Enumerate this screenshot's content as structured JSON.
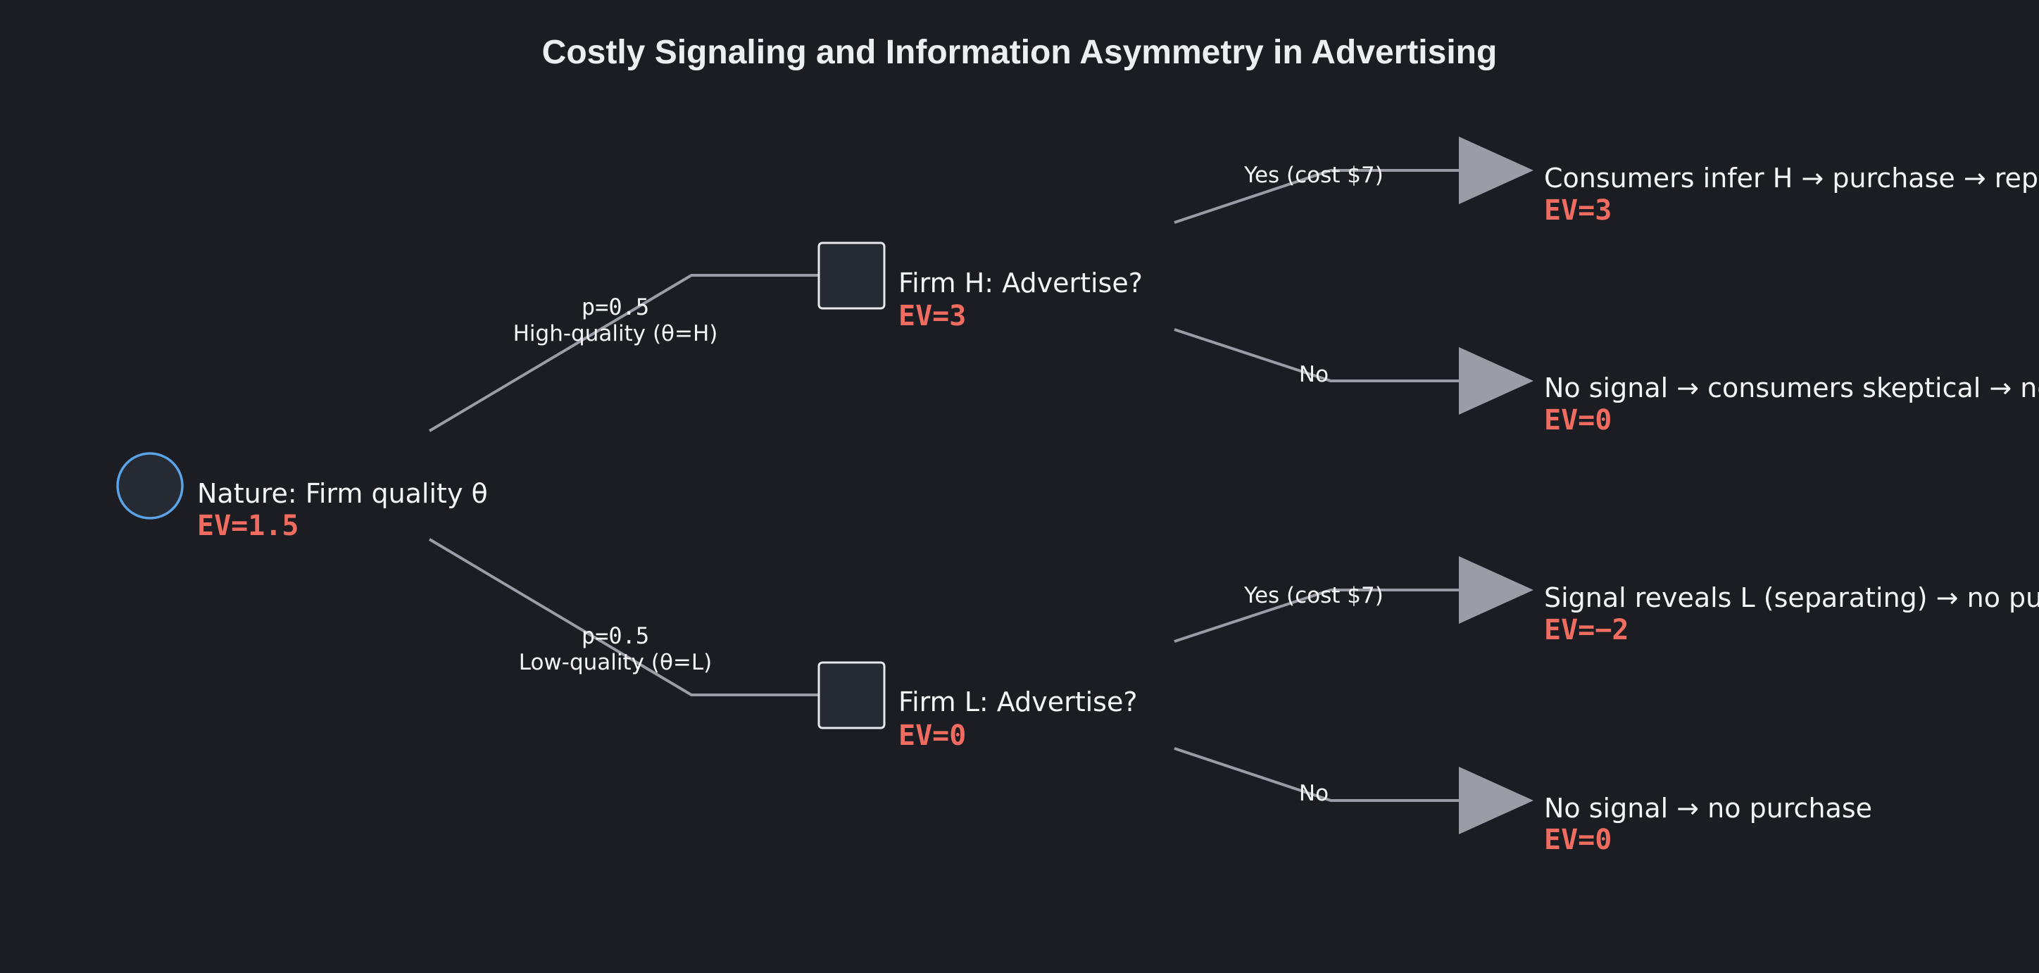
{
  "title": "Costly Signaling and Information Asymmetry in Advertising",
  "colors": {
    "background": "#1b1d23",
    "edge": "#9a9da5",
    "ev": "#f06b60",
    "chance_outline": "#5aa3e6",
    "decision_outline": "#e8e9ec",
    "terminal_fill": "#9a9da5",
    "text": "#f3f4f6"
  },
  "root": {
    "label": "Nature: Firm quality θ",
    "ev": "EV=1.5"
  },
  "branches": [
    {
      "prob": "p=0.5",
      "label": "High-quality (θ=H)",
      "decision": {
        "label": "Firm H: Advertise?",
        "ev": "EV=3",
        "options": [
          {
            "action": "Yes (cost $7)",
            "outcome": "Consumers infer H → purchase → repeat",
            "ev": "EV=3"
          },
          {
            "action": "No",
            "outcome": "No signal → consumers skeptical → no purchase",
            "ev": "EV=0"
          }
        ]
      }
    },
    {
      "prob": "p=0.5",
      "label": "Low-quality (θ=L)",
      "decision": {
        "label": "Firm L: Advertise?",
        "ev": "EV=0",
        "options": [
          {
            "action": "Yes (cost $7)",
            "outcome": "Signal reveals L (separating) → no purchase",
            "ev": "EV=−2"
          },
          {
            "action": "No",
            "outcome": "No signal → no purchase",
            "ev": "EV=0"
          }
        ]
      }
    }
  ]
}
